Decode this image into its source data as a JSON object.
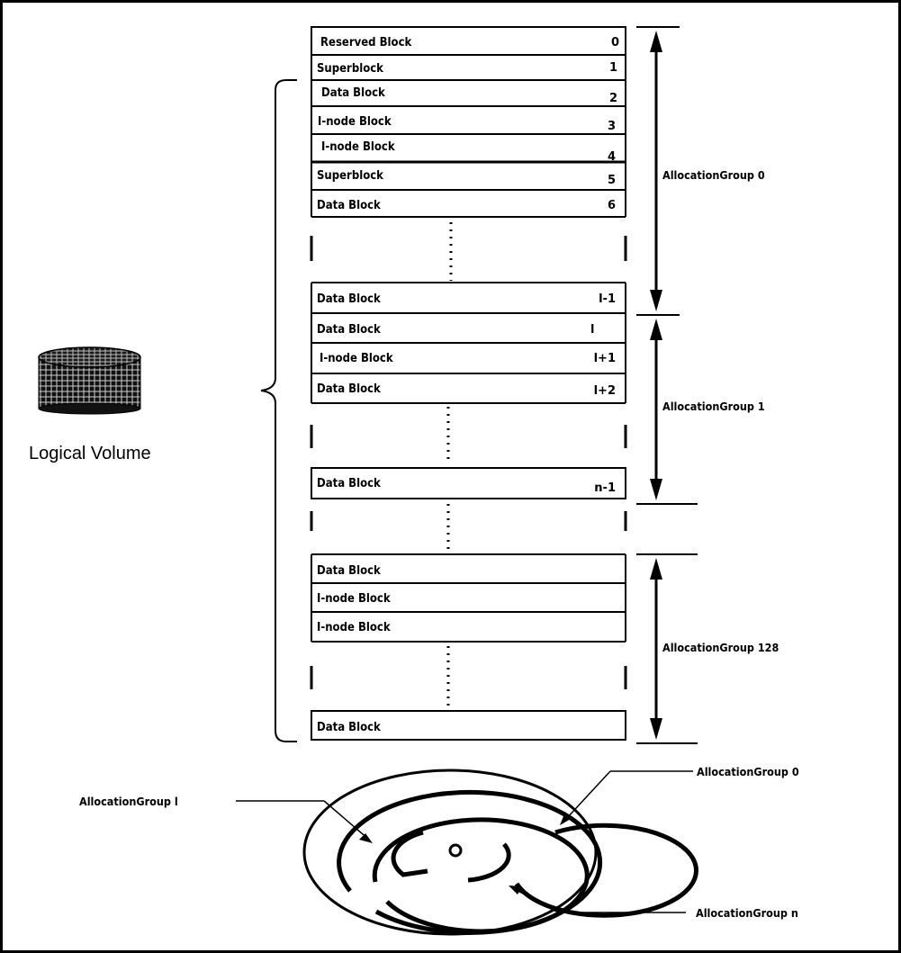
{
  "title": "",
  "logical_volume": {
    "label": "Logical Volume",
    "icon": "disk-stack-icon"
  },
  "blocks": [
    {
      "label": "Reserved Block",
      "num": "0"
    },
    {
      "label": "Superblock",
      "num": "1"
    },
    {
      "label": "Data Block",
      "num": "2"
    },
    {
      "label": "I-node Block",
      "num": "3"
    },
    {
      "label": "I-node Block",
      "num": "4"
    },
    {
      "label": "Superblock",
      "num": "5"
    },
    {
      "label": "Data Block",
      "num": "6"
    },
    {
      "label": "Data Block",
      "num": "l-1"
    },
    {
      "label": "Data Block",
      "num": "l"
    },
    {
      "label": "I-node Block",
      "num": "l+1"
    },
    {
      "label": "Data Block",
      "num": "l+2"
    },
    {
      "label": "Data Block",
      "num": "n-1"
    },
    {
      "label": "Data Block",
      "num": ""
    },
    {
      "label": "I-node Block",
      "num": ""
    },
    {
      "label": "I-node Block",
      "num": ""
    },
    {
      "label": "Data Block",
      "num": ""
    }
  ],
  "groups": [
    {
      "label": "AllocationGroup 0"
    },
    {
      "label": "AllocationGroup 1"
    },
    {
      "label": "AllocationGroup 128"
    }
  ],
  "disk": {
    "icon": "disk-platter-icon",
    "callouts": [
      {
        "label": "AllocationGroup 0"
      },
      {
        "label": "AllocationGroup l"
      },
      {
        "label": "AllocationGroup n"
      }
    ]
  },
  "colors": {
    "line": "#000000",
    "background": "#ffffff"
  }
}
